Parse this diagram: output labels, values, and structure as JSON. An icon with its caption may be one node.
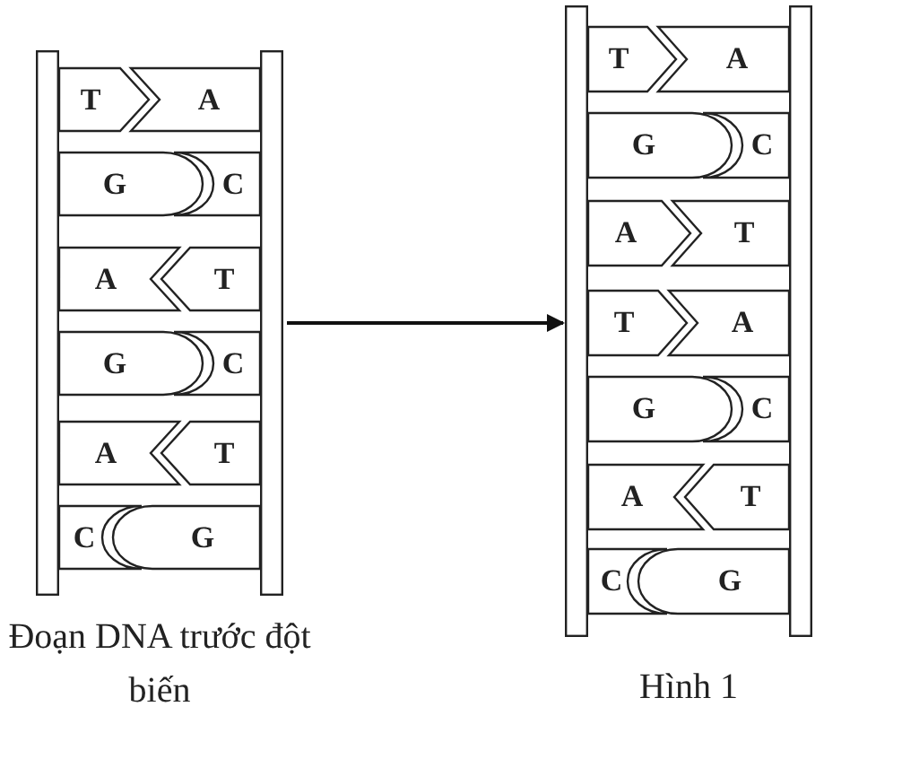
{
  "diagram": {
    "nodes": [
      {
        "text": [
          "Đoạn DNA trước đột biến"
        ]
      },
      {
        "text": [
          "T"
        ],
        "in": 0
      },
      {
        "text": [
          "A"
        ],
        "in": 0
      },
      {
        "text": [
          "G"
        ],
        "in": 0
      },
      {
        "text": [
          "C"
        ],
        "in": 0
      },
      {
        "text": [
          "A"
        ],
        "in": 0
      },
      {
        "text": [
          "T"
        ],
        "in": 0
      },
      {
        "text": [
          "G"
        ],
        "in": 0
      },
      {
        "text": [
          "C"
        ],
        "in": 0
      },
      {
        "text": [
          "A"
        ],
        "in": 0
      },
      {
        "text": [
          "T"
        ],
        "in": 0
      },
      {
        "text": [
          "C"
        ],
        "in": 0
      },
      {
        "text": [
          "G"
        ],
        "in": 0
      },
      {
        "text": [
          "Hình 1"
        ]
      },
      {
        "text": [
          "T"
        ],
        "in": 13
      },
      {
        "text": [
          "A"
        ],
        "in": 13
      },
      {
        "text": [
          "G"
        ],
        "in": 13
      },
      {
        "text": [
          "C"
        ],
        "in": 13
      },
      {
        "text": [
          "A"
        ],
        "in": 13
      },
      {
        "text": [
          "T"
        ],
        "in": 13
      },
      {
        "text": [
          "T"
        ],
        "in": 13
      },
      {
        "text": [
          "A"
        ],
        "in": 13
      },
      {
        "text": [
          "G"
        ],
        "in": 13
      },
      {
        "text": [
          "C"
        ],
        "in": 13
      },
      {
        "text": [
          "A"
        ],
        "in": 13
      },
      {
        "text": [
          "T"
        ],
        "in": 13
      },
      {
        "text": [
          "C"
        ],
        "in": 13
      },
      {
        "text": [
          "G"
        ],
        "in": 13
      }
    ],
    "edges": [
      {
        "from": 0,
        "to": 13,
        "arrow": "to"
      }
    ]
  }
}
